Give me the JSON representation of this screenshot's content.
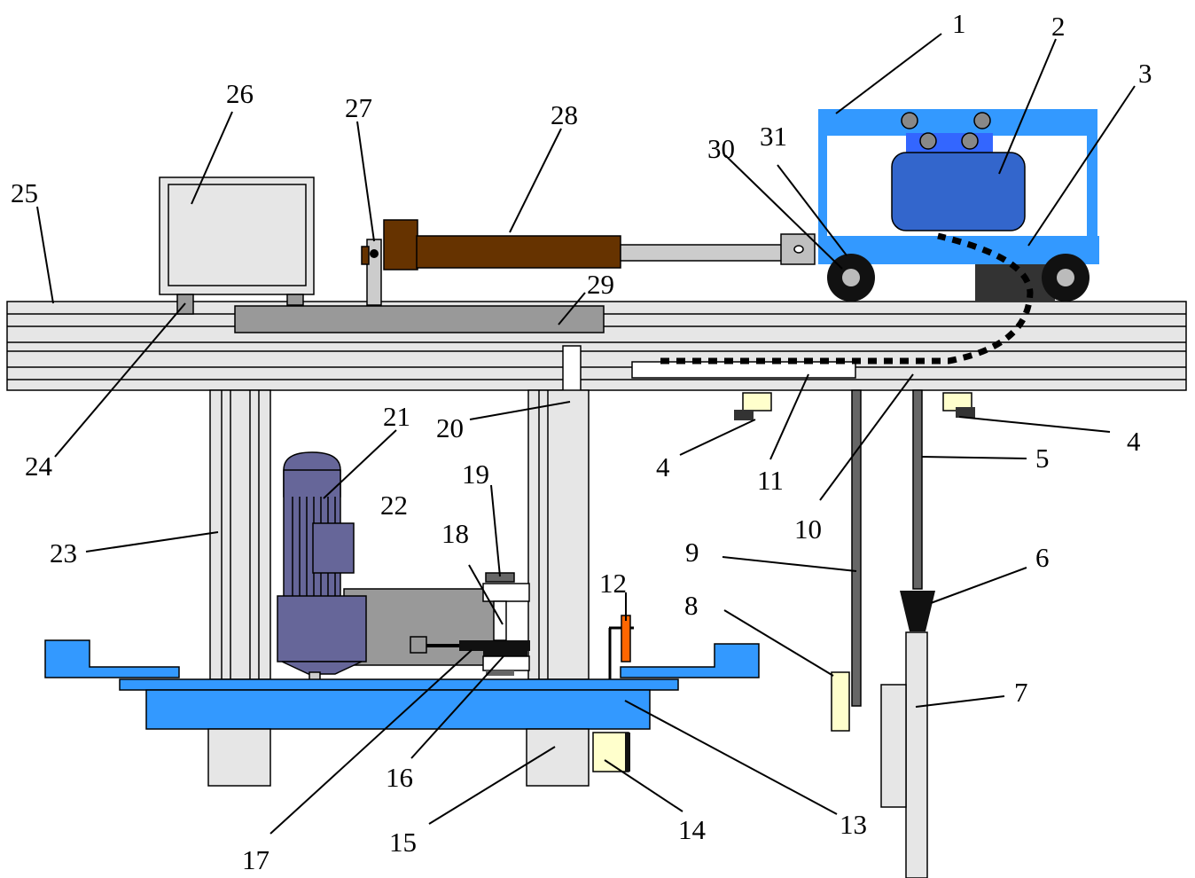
{
  "diagram": {
    "colors": {
      "frame_blue": "#3399ff",
      "motor_purple": "#666699",
      "rod_brown": "#663300",
      "gray": "#999999",
      "light_gray": "#e6e6e6",
      "pale_yellow": "#ffffcc",
      "sensor_orange": "#ff6600",
      "box_blue": "#3366cc"
    },
    "labels": {
      "n1": "1",
      "n2": "2",
      "n3": "3",
      "n4a": "4",
      "n4b": "4",
      "n5": "5",
      "n6": "6",
      "n7": "7",
      "n8": "8",
      "n9": "9",
      "n10": "10",
      "n11": "11",
      "n12": "12",
      "n13": "13",
      "n14": "14",
      "n15": "15",
      "n16": "16",
      "n17": "17",
      "n18": "18",
      "n19": "19",
      "n20": "20",
      "n21": "21",
      "n22": "22",
      "n23": "23",
      "n24": "24",
      "n25": "25",
      "n26": "26",
      "n27": "27",
      "n28": "28",
      "n29": "29",
      "n30": "30",
      "n31": "31"
    }
  }
}
